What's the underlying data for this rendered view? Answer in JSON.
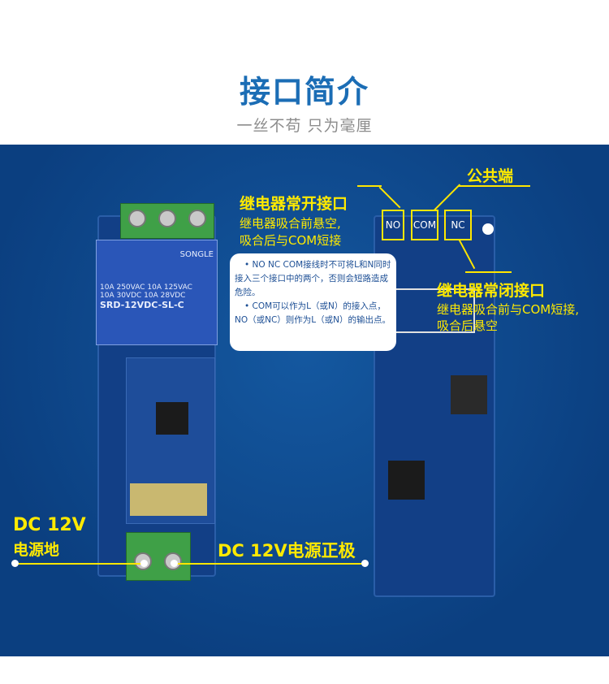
{
  "header": {
    "title": "接口简介",
    "subtitle": "一丝不苟 只为毫厘"
  },
  "labels": {
    "common": "公共端",
    "no_title": "继电器常开接口",
    "no_desc1": "继电器吸合前悬空,",
    "no_desc2": "吸合后与COM短接",
    "nc_title": "继电器常闭接口",
    "nc_desc1": "继电器吸合前与COM短接,",
    "nc_desc2": "吸合后悬空",
    "gnd_title1": "DC 12V",
    "gnd_title2": "电源地",
    "pos_title": "DC 12V电源正极"
  },
  "bubble": {
    "p1": "• NO NC COM接线时不可将L和N同时接入三个接口中的两个，否则会短路造成危险。",
    "p2": "• COM可以作为L（或N）的接入点，NO（或NC）则作为L（或N）的输出点。"
  },
  "board_back": {
    "pins": [
      "NO",
      "COM",
      "NC"
    ]
  },
  "relay": {
    "brand": "SONGLE",
    "line1": "10A 250VAC 10A 125VAC",
    "line2": "10A 30VDC 10A 28VDC",
    "model": "SRD-12VDC-SL-C"
  },
  "colors": {
    "title": "#1b6db5",
    "panel": "#0b3f80",
    "annotation": "#ffea00"
  }
}
